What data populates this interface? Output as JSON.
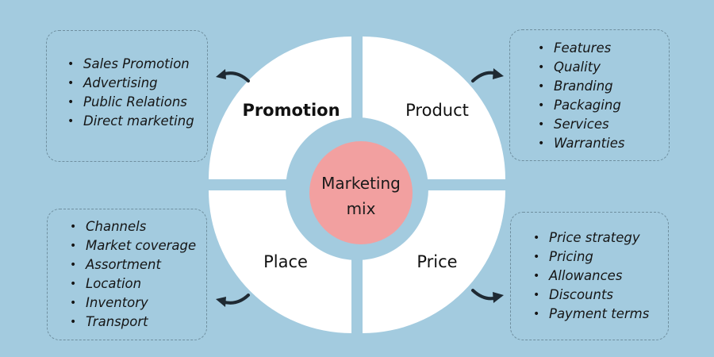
{
  "center": {
    "line1": "Marketing",
    "line2": "mix"
  },
  "quadrants": {
    "promotion": {
      "label": "Promotion"
    },
    "product": {
      "label": "Product"
    },
    "place": {
      "label": "Place"
    },
    "price": {
      "label": "Price"
    }
  },
  "lists": {
    "promotion": [
      "Sales Promotion",
      "Advertising",
      "Public Relations",
      "Direct marketing"
    ],
    "product": [
      "Features",
      "Quality",
      "Branding",
      "Packaging",
      "Services",
      "Warranties"
    ],
    "place": [
      "Channels",
      "Market coverage",
      "Assortment",
      "Location",
      "Inventory",
      "Transport"
    ],
    "price": [
      "Price strategy",
      "Pricing",
      "Allowances",
      "Discounts",
      "Payment terms"
    ]
  },
  "colors": {
    "background": "#a3cbdf",
    "quadrant_fill": "#ffffff",
    "center_fill": "#f2a0a0",
    "ring": "#a3cbdf",
    "arrow": "#1f2a33"
  }
}
